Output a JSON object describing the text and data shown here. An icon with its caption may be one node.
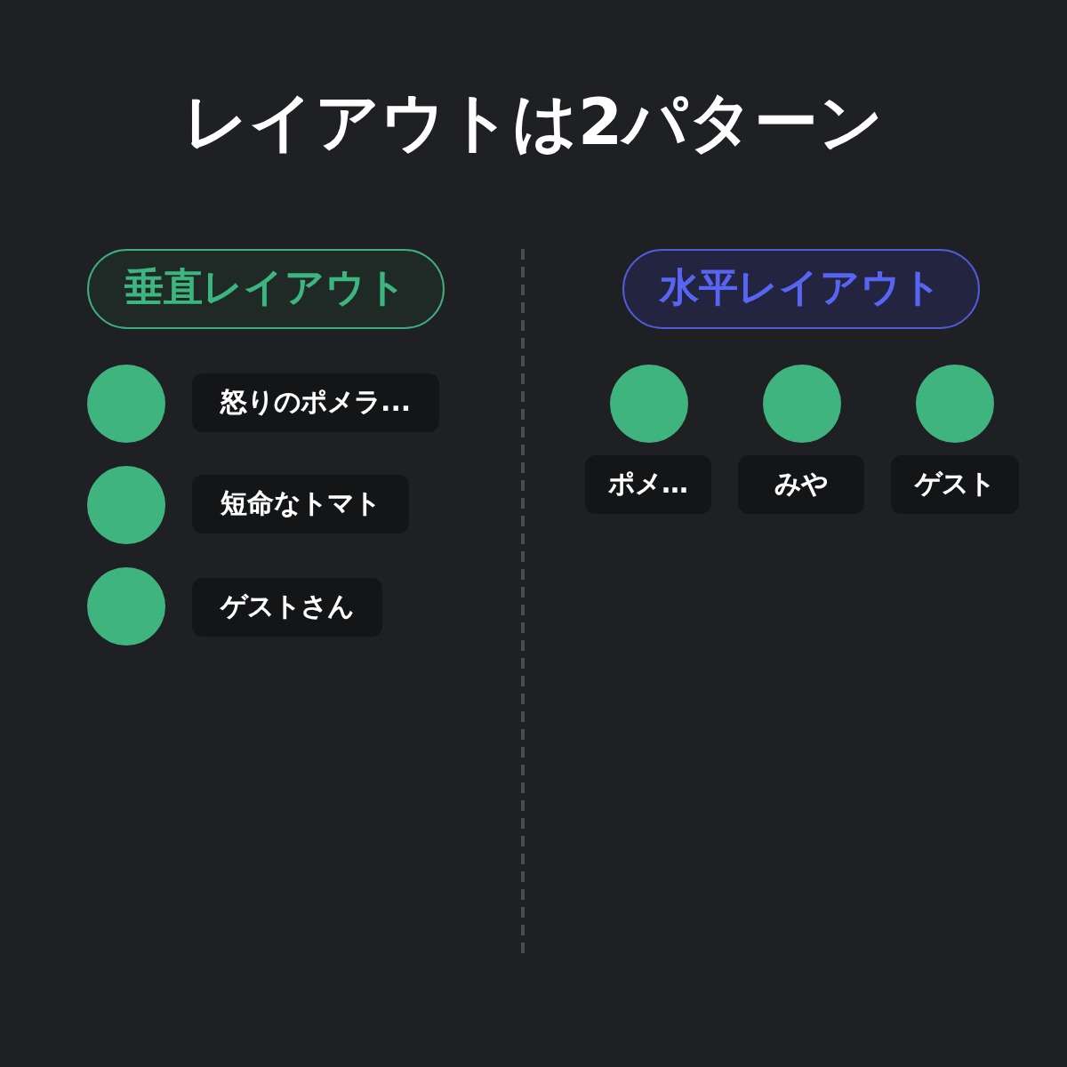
{
  "diagram": {
    "title": "レイアウトは2パターン",
    "nodes": [
      {
        "text": [
          "垂直レイアウト"
        ]
      },
      {
        "text": [
          "怒りのポメラ..."
        ]
      },
      {
        "text": [
          "短命なトマト"
        ]
      },
      {
        "text": [
          "ゲストさん"
        ]
      },
      {
        "text": [
          "水平レイアウト"
        ]
      },
      {
        "text": [
          "ポメ…"
        ]
      },
      {
        "text": [
          "みや"
        ]
      },
      {
        "text": [
          "ゲスト"
        ]
      }
    ]
  }
}
